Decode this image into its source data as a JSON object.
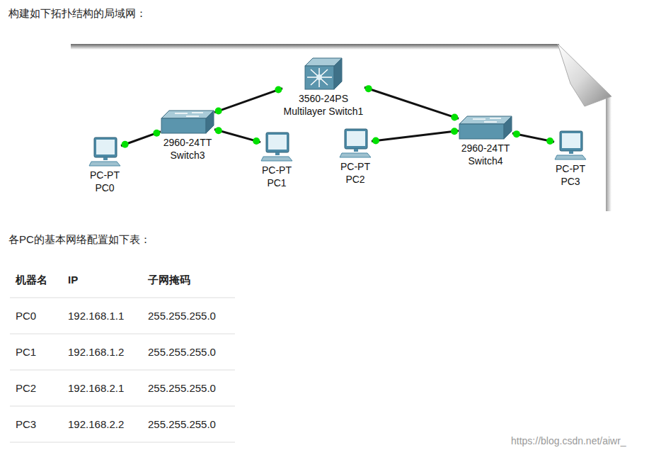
{
  "diagram": {
    "title": "构建如下拓扑结构的局域网：",
    "nodes": [
      {
        "text": [
          "3560-24PS Multilayer Switch1"
        ]
      },
      {
        "text": [
          "2960-24TT Switch3"
        ]
      },
      {
        "text": [
          "2960-24TT Switch4"
        ]
      },
      {
        "text": [
          "PC-PT PC0"
        ]
      },
      {
        "text": [
          "PC-PT PC1"
        ]
      },
      {
        "text": [
          "PC-PT PC2"
        ]
      },
      {
        "text": [
          "PC-PT PC3"
        ]
      }
    ],
    "edges": [
      {
        "from": 0,
        "to": 1,
        "arrow": "none"
      },
      {
        "from": 0,
        "to": 2,
        "arrow": "none"
      },
      {
        "from": 1,
        "to": 3,
        "arrow": "none"
      },
      {
        "from": 1,
        "to": 4,
        "arrow": "none"
      },
      {
        "from": 5,
        "to": 2,
        "arrow": "none"
      },
      {
        "from": 2,
        "to": 6,
        "arrow": "none"
      }
    ],
    "labels": [
      "各PC的基本网络配置如下表：",
      "机器名",
      "IP",
      "子网掩码",
      "PC0",
      "192.168.1.1",
      "255.255.255.0",
      "PC1",
      "192.168.1.2",
      "255.255.255.0",
      "PC2",
      "192.168.2.1",
      "255.255.255.0",
      "PC3",
      "192.168.2.2",
      "255.255.255.0",
      "https://blog.csdn.net/aiwr_"
    ]
  }
}
